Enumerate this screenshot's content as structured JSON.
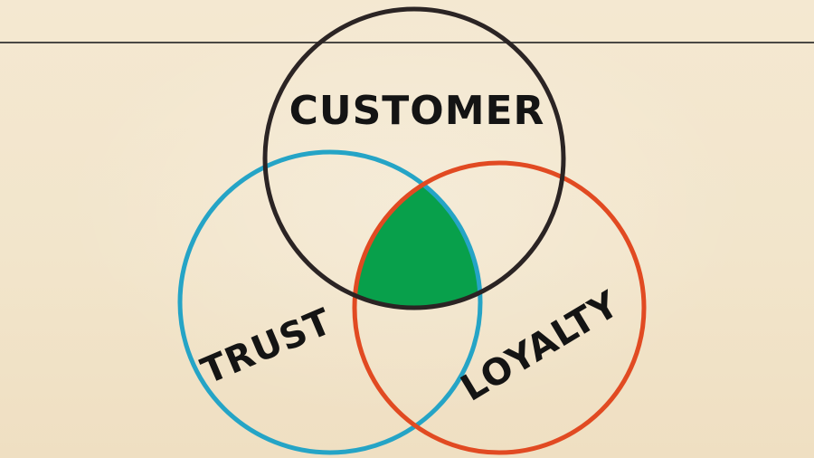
{
  "diagram": {
    "labels": {
      "customer": "CUSTOMER",
      "trust": "TRUST",
      "loyalty": "LOYALTY"
    },
    "colors": {
      "background": "#f3e7cf",
      "customer_circle": "#2b2424",
      "trust_circle": "#25a4c6",
      "loyalty_circle": "#e14a22",
      "intersection_fill": "#08a04b"
    }
  }
}
